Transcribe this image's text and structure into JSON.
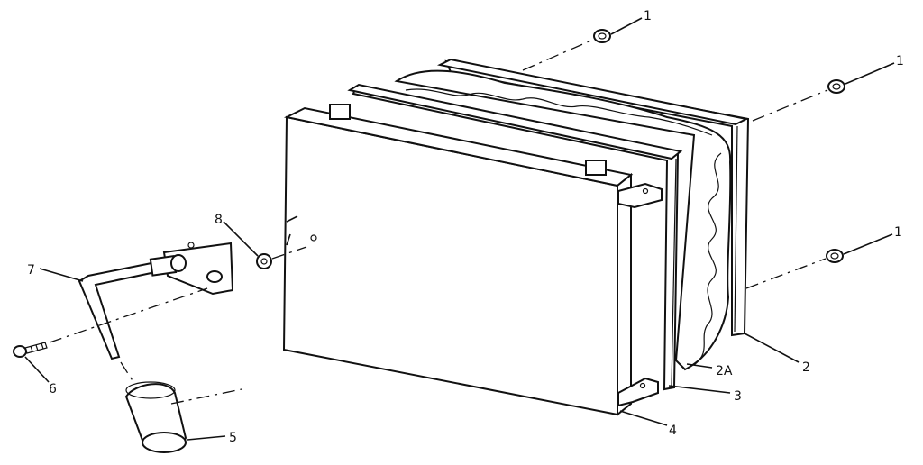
{
  "callouts": [
    {
      "id": "nut-top",
      "text": "1"
    },
    {
      "id": "nut-right-top",
      "text": "1"
    },
    {
      "id": "nut-right-bottom",
      "text": "1"
    },
    {
      "id": "rear-panel",
      "text": "2"
    },
    {
      "id": "insulation",
      "text": "2A"
    },
    {
      "id": "middle-panel",
      "text": "3"
    },
    {
      "id": "front-panel",
      "text": "4"
    },
    {
      "id": "handle-grip",
      "text": "5"
    },
    {
      "id": "screw",
      "text": "6"
    },
    {
      "id": "crank-handle",
      "text": "7"
    },
    {
      "id": "washer",
      "text": "8"
    }
  ]
}
